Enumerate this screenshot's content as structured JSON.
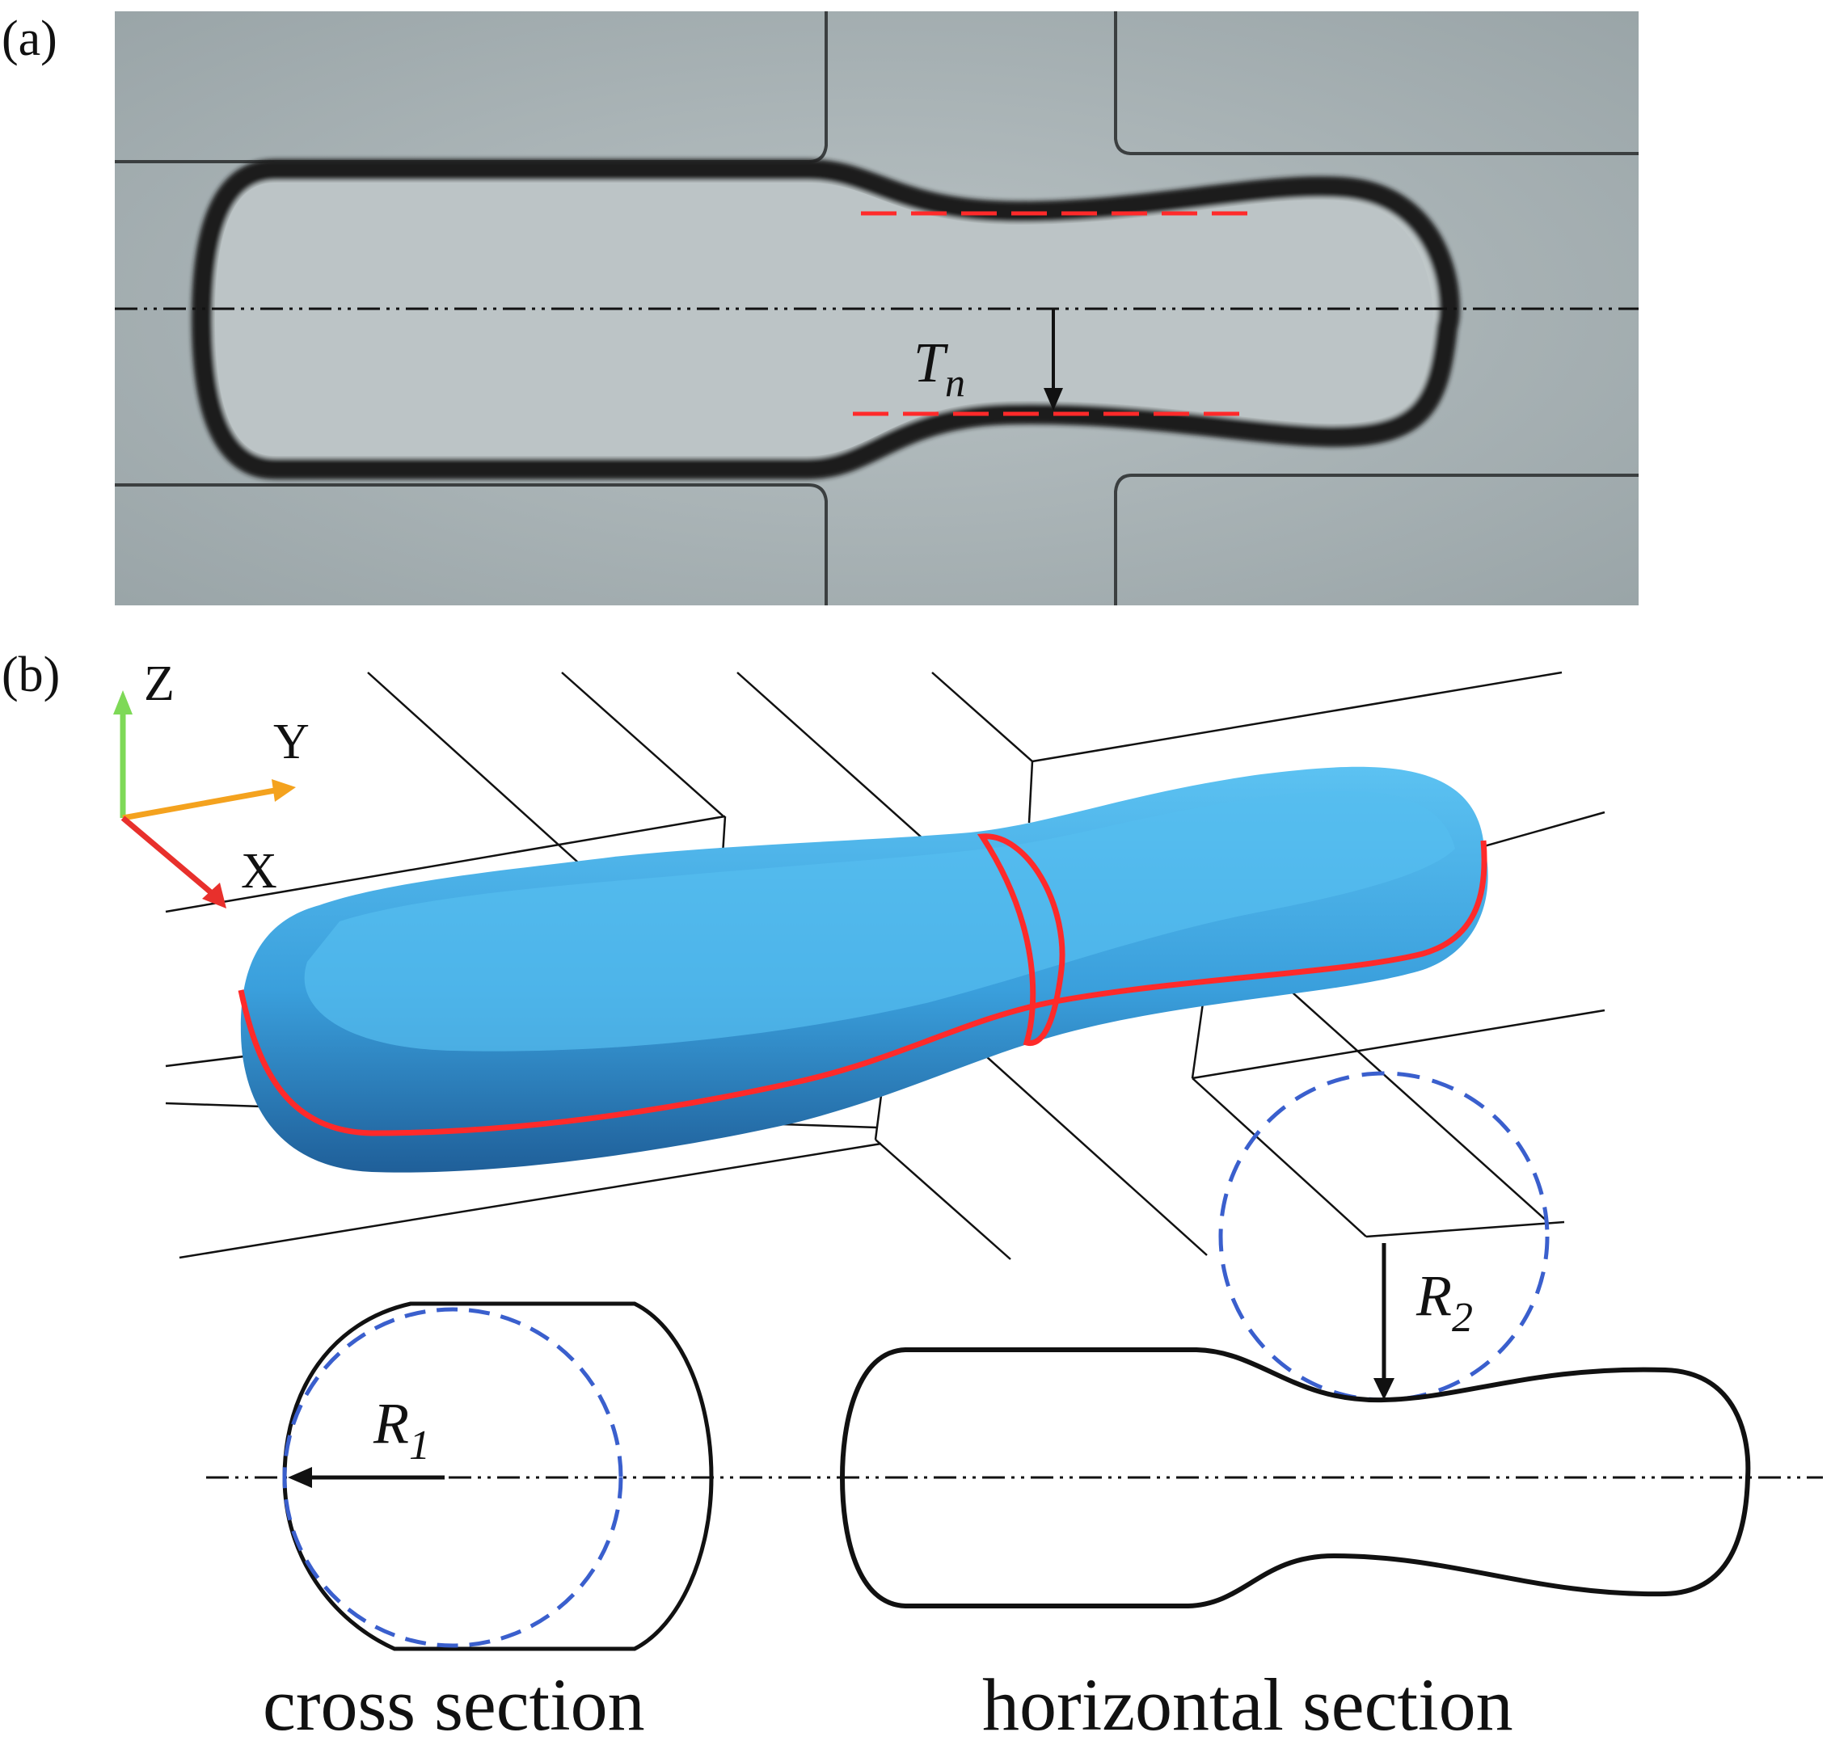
{
  "panels": {
    "a": {
      "label": "(a)"
    },
    "b": {
      "label": "(b)"
    }
  },
  "symbols": {
    "thickness": {
      "base": "T",
      "sub": "n"
    },
    "radius1": {
      "base": "R",
      "sub": "1"
    },
    "radius2": {
      "base": "R",
      "sub": "2"
    }
  },
  "axes": {
    "z": "Z",
    "y": "Y",
    "x": "X"
  },
  "captions": {
    "cross": "cross section",
    "horizontal": "horizontal section"
  },
  "colors": {
    "droplet_blue": "#3a9fdc",
    "contour_red": "#ff2a2a",
    "dashed_blue": "#3a5fcd",
    "axis_z": "#7ed957",
    "axis_y": "#f4a21e",
    "axis_x": "#e8302c",
    "photo_bg": "#aab4b6"
  }
}
